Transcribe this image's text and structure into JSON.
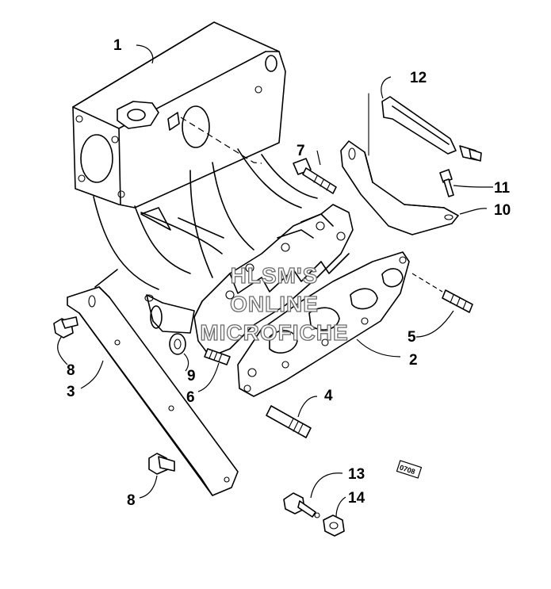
{
  "callouts": [
    {
      "id": "1",
      "label": "1"
    },
    {
      "id": "2",
      "label": "2"
    },
    {
      "id": "3",
      "label": "3"
    },
    {
      "id": "4",
      "label": "4"
    },
    {
      "id": "5",
      "label": "5"
    },
    {
      "id": "6",
      "label": "6"
    },
    {
      "id": "7",
      "label": "7"
    },
    {
      "id": "8a",
      "label": "8"
    },
    {
      "id": "8b",
      "label": "8"
    },
    {
      "id": "9",
      "label": "9"
    },
    {
      "id": "10",
      "label": "10"
    },
    {
      "id": "11",
      "label": "11"
    },
    {
      "id": "12",
      "label": "12"
    },
    {
      "id": "13",
      "label": "13"
    },
    {
      "id": "14",
      "label": "14"
    }
  ],
  "watermark": {
    "line1": "HLSM'S",
    "line2": "ONLINE",
    "line3": "MICROFICHE"
  },
  "small_tag": "0708"
}
